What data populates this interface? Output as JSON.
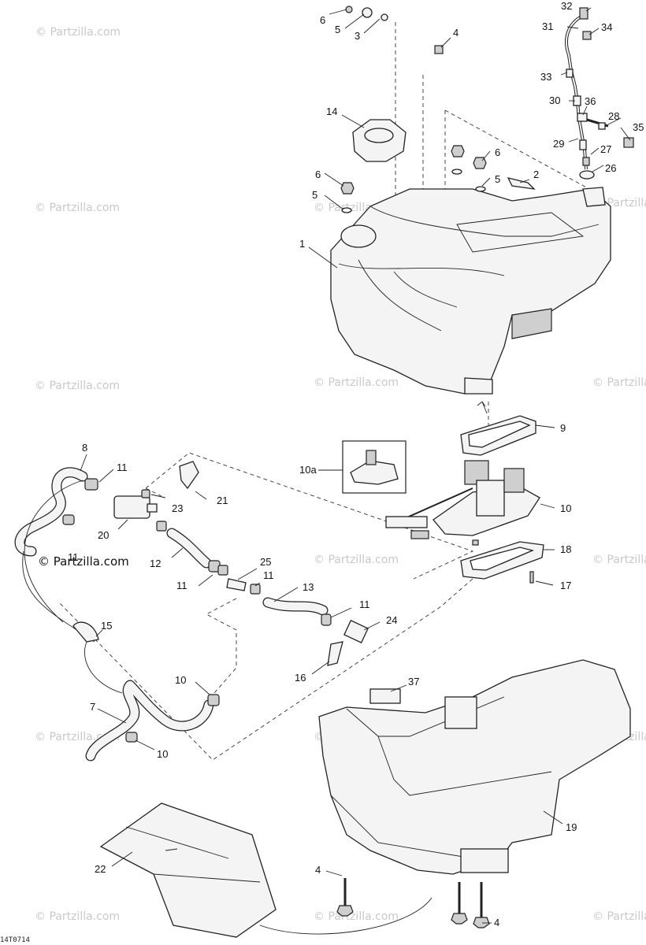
{
  "watermark": "© Partzilla.com",
  "drawing_code": "14T0714",
  "callouts": [
    {
      "id": "c1",
      "label": "1"
    },
    {
      "id": "c2",
      "label": "2"
    },
    {
      "id": "c3",
      "label": "3"
    },
    {
      "id": "c4a",
      "label": "4"
    },
    {
      "id": "c4b",
      "label": "4"
    },
    {
      "id": "c4c",
      "label": "4"
    },
    {
      "id": "c5a",
      "label": "5"
    },
    {
      "id": "c5b",
      "label": "5"
    },
    {
      "id": "c5c",
      "label": "5"
    },
    {
      "id": "c6a",
      "label": "6"
    },
    {
      "id": "c6b",
      "label": "6"
    },
    {
      "id": "c6c",
      "label": "6"
    },
    {
      "id": "c7",
      "label": "7"
    },
    {
      "id": "c8",
      "label": "8"
    },
    {
      "id": "c9",
      "label": "9"
    },
    {
      "id": "c10",
      "label": "10"
    },
    {
      "id": "c10a",
      "label": "10a"
    },
    {
      "id": "c10b",
      "label": "10"
    },
    {
      "id": "c10c",
      "label": "10"
    },
    {
      "id": "c11a",
      "label": "11"
    },
    {
      "id": "c11b",
      "label": "11"
    },
    {
      "id": "c11c",
      "label": "11"
    },
    {
      "id": "c11d",
      "label": "11"
    },
    {
      "id": "c11e",
      "label": "11"
    },
    {
      "id": "c12",
      "label": "12"
    },
    {
      "id": "c13",
      "label": "13"
    },
    {
      "id": "c14",
      "label": "14"
    },
    {
      "id": "c15",
      "label": "15"
    },
    {
      "id": "c16",
      "label": "16"
    },
    {
      "id": "c17",
      "label": "17"
    },
    {
      "id": "c18",
      "label": "18"
    },
    {
      "id": "c19",
      "label": "19"
    },
    {
      "id": "c20",
      "label": "20"
    },
    {
      "id": "c21",
      "label": "21"
    },
    {
      "id": "c22",
      "label": "22"
    },
    {
      "id": "c23",
      "label": "23"
    },
    {
      "id": "c24",
      "label": "24"
    },
    {
      "id": "c25",
      "label": "25"
    },
    {
      "id": "c26",
      "label": "26"
    },
    {
      "id": "c27",
      "label": "27"
    },
    {
      "id": "c28",
      "label": "28"
    },
    {
      "id": "c29",
      "label": "29"
    },
    {
      "id": "c30",
      "label": "30"
    },
    {
      "id": "c31",
      "label": "31"
    },
    {
      "id": "c32",
      "label": "32"
    },
    {
      "id": "c33",
      "label": "33"
    },
    {
      "id": "c34",
      "label": "34"
    },
    {
      "id": "c35",
      "label": "35"
    },
    {
      "id": "c36",
      "label": "36"
    },
    {
      "id": "c37",
      "label": "37"
    }
  ]
}
